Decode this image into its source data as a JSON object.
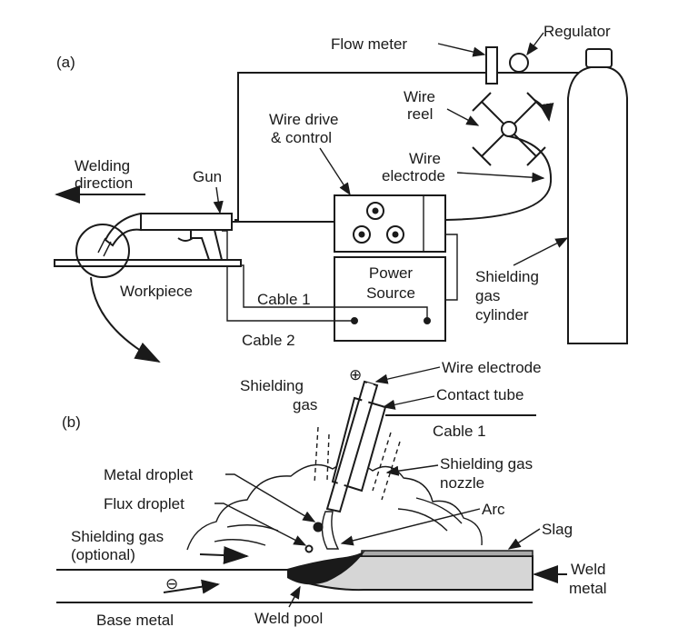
{
  "panel_a": {
    "tag": "(a)",
    "labels": {
      "flow_meter": "Flow meter",
      "regulator": "Regulator",
      "wire_reel_1": "Wire",
      "wire_reel_2": "reel",
      "wire_drive_1": "Wire drive",
      "wire_drive_2": "& control",
      "wire_electrode_1": "Wire",
      "wire_electrode_2": "electrode",
      "welding_direction_1": "Welding",
      "welding_direction_2": "direction",
      "gun": "Gun",
      "power_source_1": "Power",
      "power_source_2": "Source",
      "workpiece": "Workpiece",
      "cable_1": "Cable 1",
      "cable_2": "Cable 2",
      "shielding_gas_cylinder_1": "Shielding",
      "shielding_gas_cylinder_2": "gas",
      "shielding_gas_cylinder_3": "cylinder"
    }
  },
  "panel_b": {
    "tag": "(b)",
    "labels": {
      "wire_electrode": "Wire electrode",
      "contact_tube": "Contact tube",
      "cable_1": "Cable 1",
      "shielding_gas_1": "Shielding",
      "shielding_gas_2": "gas",
      "shielding_gas_nozzle_1": "Shielding gas",
      "shielding_gas_nozzle_2": "nozzle",
      "metal_droplet": "Metal droplet",
      "flux_droplet": "Flux droplet",
      "arc": "Arc",
      "slag": "Slag",
      "shielding_gas_optional_1": "Shielding gas",
      "shielding_gas_optional_2": "(optional)",
      "weld_metal_1": "Weld",
      "weld_metal_2": "metal",
      "base_metal": "Base metal",
      "weld_pool": "Weld pool",
      "plus_sign": "⊕",
      "minus_sign": "⊖"
    }
  }
}
